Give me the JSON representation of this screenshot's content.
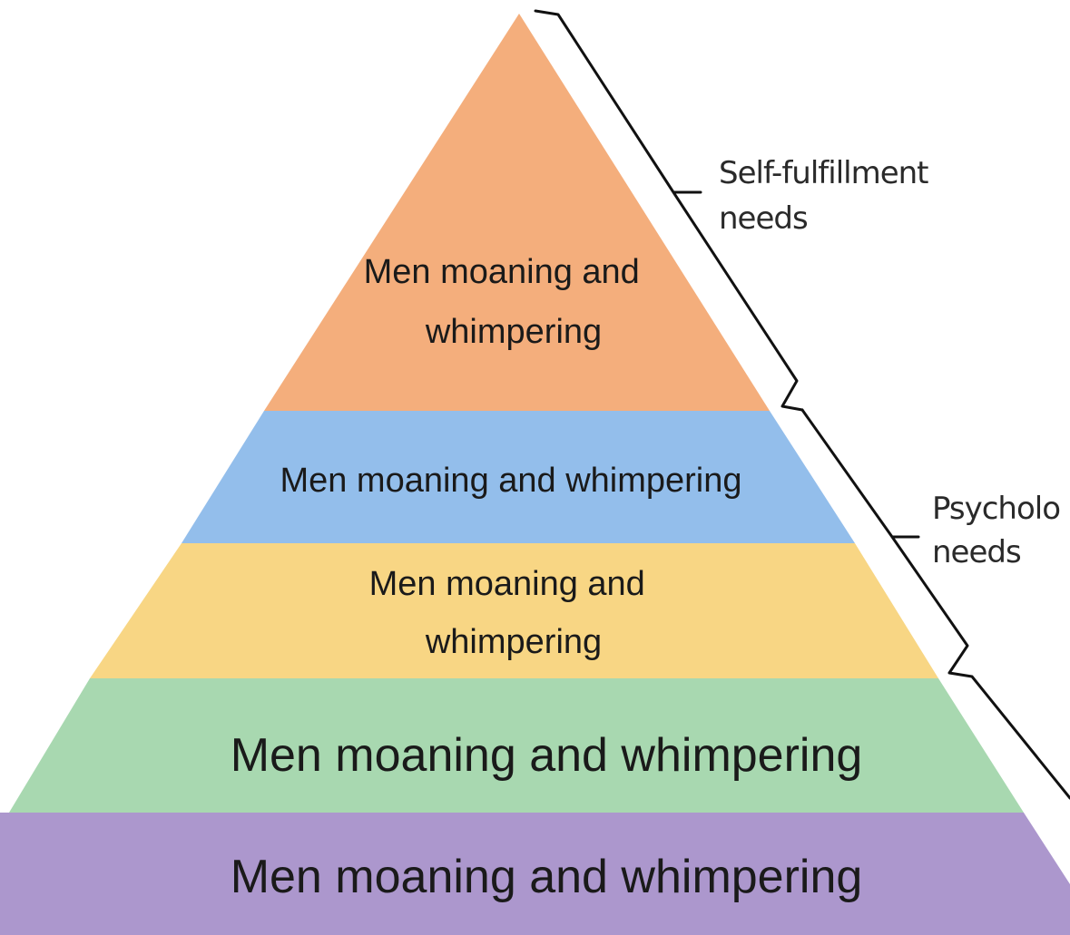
{
  "tiers": [
    {
      "lines": [
        "Men moaning and",
        "whimpering"
      ],
      "color": "#F4AE7C"
    },
    {
      "lines": [
        "Men moaning and whimpering"
      ],
      "color": "#93BEEB"
    },
    {
      "lines": [
        "Men moaning and",
        "whimpering"
      ],
      "color": "#F8D684"
    },
    {
      "lines": [
        "Men moaning and whimpering"
      ],
      "color": "#A8D8B0"
    },
    {
      "lines": [
        "Men moaning and whimpering"
      ],
      "color": "#AC97CD"
    }
  ],
  "side_labels": [
    {
      "lines": [
        "Self-fulfillment",
        "needs"
      ]
    },
    {
      "lines": [
        "Psycholo",
        "needs"
      ]
    }
  ]
}
